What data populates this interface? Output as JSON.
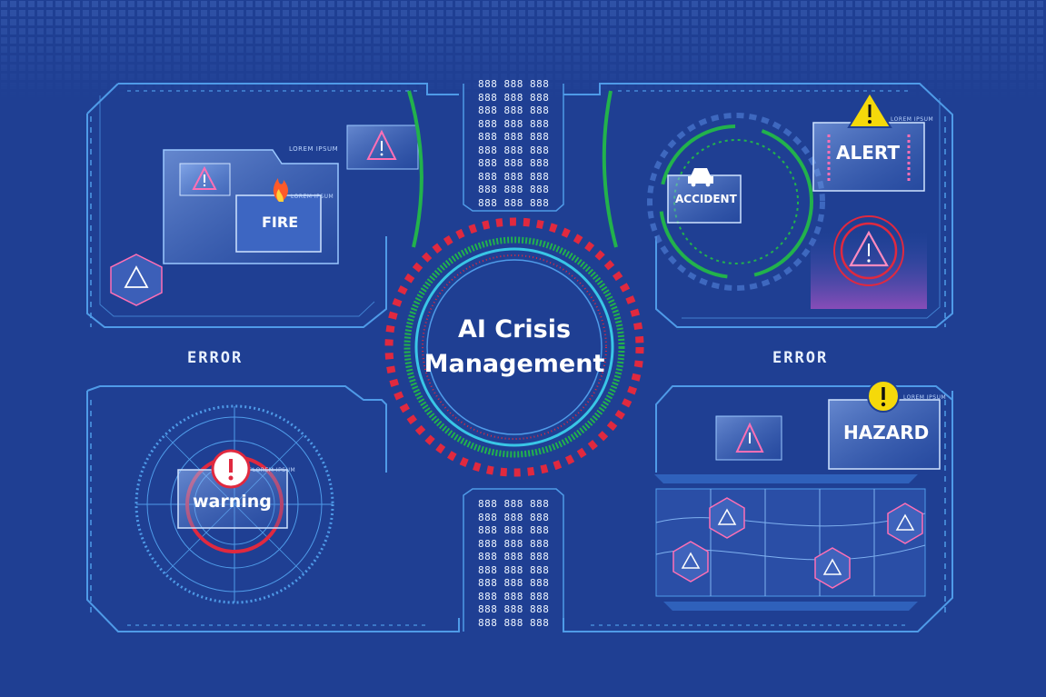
{
  "center": {
    "title_line1": "AI Crisis",
    "title_line2": "Management"
  },
  "left": {
    "error_label": "ERROR",
    "fire_card": {
      "label": "FIRE",
      "caption": "LOREM IPSUM"
    },
    "folder_caption": "LOREM IPSUM",
    "warning_card": {
      "label": "warning",
      "caption": "LOREM IPSUM"
    }
  },
  "right": {
    "error_label": "ERROR",
    "accident_card": {
      "label": "ACCIDENT"
    },
    "alert_card": {
      "label": "ALERT",
      "caption": "LOREM IPSUM"
    },
    "hazard_card": {
      "label": "HAZARD",
      "caption": "LOREM IPSUM"
    }
  },
  "data_columns": {
    "glyph": "888"
  },
  "colors": {
    "background": "#1f3f93",
    "frame": "#4f9be8",
    "accent_red": "#e0293f",
    "accent_green": "#22b24c",
    "accent_cyan": "#39c6e6",
    "accent_yellow": "#f5d90a"
  }
}
